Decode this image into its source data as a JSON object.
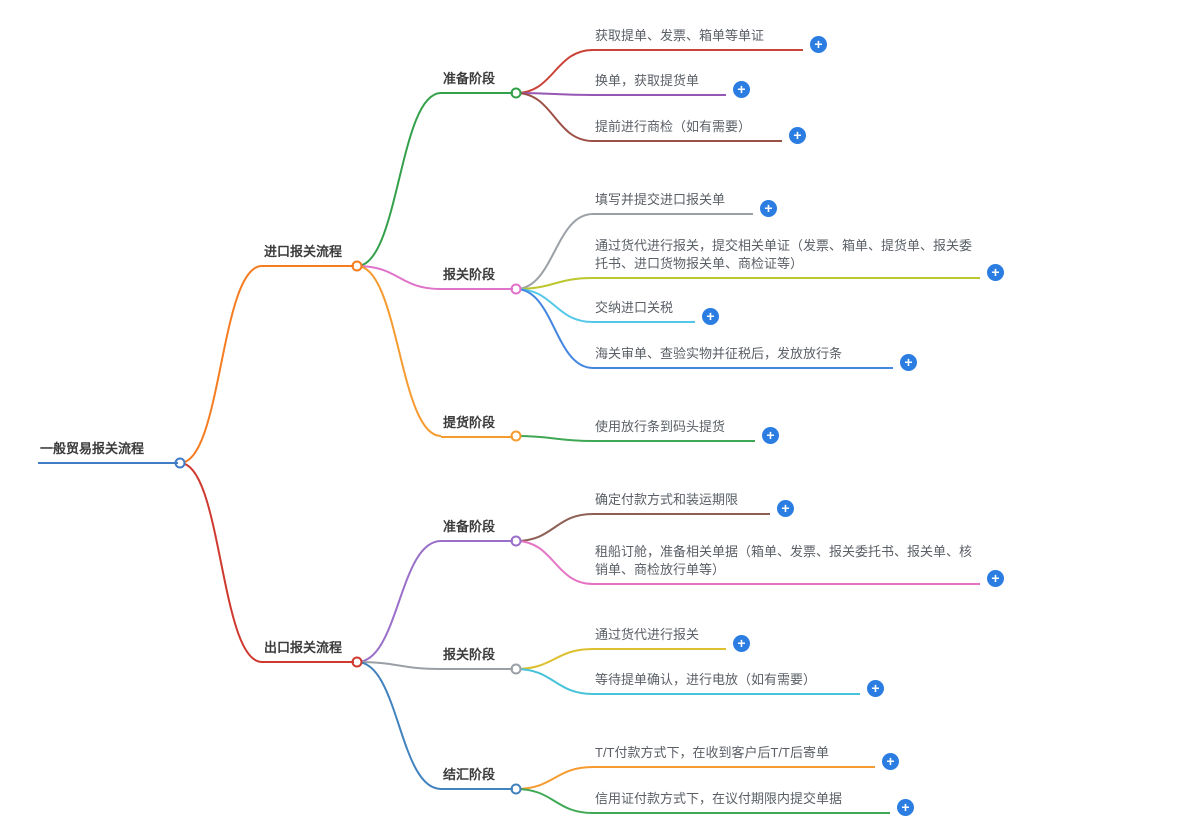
{
  "root": {
    "label": "一般贸易报关流程"
  },
  "import": {
    "label": "进口报关流程",
    "prepare": {
      "label": "准备阶段",
      "items": [
        "获取提单、发票、箱单等单证",
        "换单，获取提货单",
        "提前进行商检（如有需要）"
      ]
    },
    "declare": {
      "label": "报关阶段",
      "items": [
        "填写并提交进口报关单",
        "通过货代进行报关，提交相关单证（发票、箱单、提货单、报关委托书、进口货物报关单、商检证等）",
        "交纳进口关税",
        "海关审单、查验实物并征税后，发放放行条"
      ]
    },
    "pickup": {
      "label": "提货阶段",
      "items": [
        "使用放行条到码头提货"
      ]
    }
  },
  "export": {
    "label": "出口报关流程",
    "prepare": {
      "label": "准备阶段",
      "items": [
        "确定付款方式和装运期限",
        "租船订舱，准备相关单据（箱单、发票、报关委托书、报关单、核销单、商检放行单等）"
      ]
    },
    "declare": {
      "label": "报关阶段",
      "items": [
        "通过货代进行报关",
        "等待提单确认，进行电放（如有需要）"
      ]
    },
    "settle": {
      "label": "结汇阶段",
      "items": [
        "T/T付款方式下，在收到客户后T/T后寄单",
        "信用证付款方式下，在议付期限内提交单据"
      ]
    }
  },
  "plus_label": "+",
  "palette": {
    "root": "#3f7cc4",
    "import": "#f57c20",
    "export": "#cf3a30",
    "imp_prepare": "#33a04a",
    "imp_declare": "#df72ca",
    "imp_pickup": "#f59b30",
    "imp_p1": "#cb4238",
    "imp_p2": "#9757b5",
    "imp_p3": "#9c4f44",
    "imp_d1": "#9aa0a6",
    "imp_d2": "#bcc62e",
    "imp_d3": "#54c8e8",
    "imp_d4": "#4386e0",
    "imp_k1": "#3fa854",
    "exp_prepare": "#9a6fc9",
    "exp_declare": "#9aa0a6",
    "exp_settle": "#4282bd",
    "exp_p1": "#8d5f55",
    "exp_p2": "#e473c3",
    "exp_d1": "#ddc02f",
    "exp_d2": "#46c3d8",
    "exp_s1": "#f59b30",
    "exp_s2": "#3fa854",
    "plus": "#2b7de1",
    "background": "#ffffff"
  }
}
